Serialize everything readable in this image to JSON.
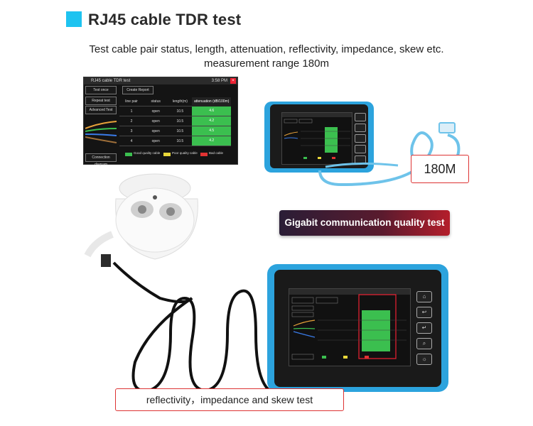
{
  "header": {
    "title": "RJ45 cable TDR test",
    "subtitle_line1": "Test cable pair status, length, attenuation, reflectivity, impedance, skew etc.",
    "subtitle_line2": "measurement range 180m"
  },
  "screen": {
    "title": "RJ45 cable TDR test",
    "time": "3:58 PM",
    "buttons": [
      "Test once",
      "Create Report",
      "Repeat test",
      "Advanced Test",
      "Connection diagram"
    ],
    "columns": [
      "line pair",
      "status",
      "length(m)",
      "attenuation (dB/100m)"
    ],
    "rows": [
      {
        "pair": "1",
        "status": "open",
        "length": "10.5",
        "att": "4.6"
      },
      {
        "pair": "2",
        "status": "open",
        "length": "10.5",
        "att": "4.2"
      },
      {
        "pair": "3",
        "status": "open",
        "length": "10.5",
        "att": "4.5"
      },
      {
        "pair": "4",
        "status": "open",
        "length": "10.5",
        "att": "4.2"
      }
    ],
    "legend": [
      "Good quality cable",
      "Poor quality cable",
      "Bad cable"
    ]
  },
  "labels": {
    "range": "180M",
    "gigabit": "Gigabit communication quality test",
    "caption": "reflectivity，impedance and skew test"
  },
  "colors": {
    "accent": "#1ec3f0",
    "device": "#2ca3dd",
    "good": "#3bbf4f",
    "poor": "#e8d73a",
    "bad": "#e23333"
  }
}
